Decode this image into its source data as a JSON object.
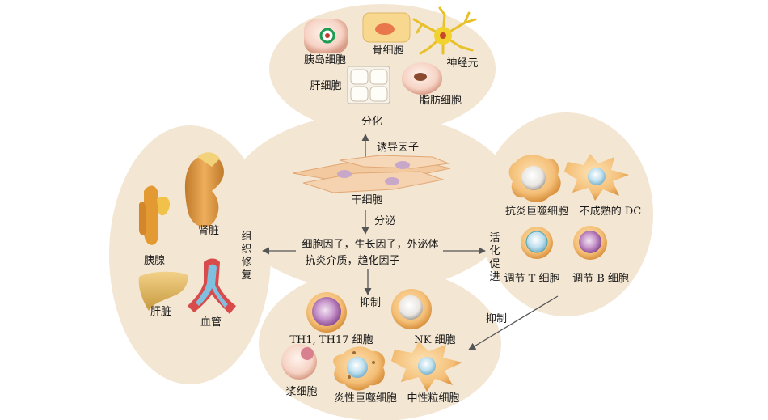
{
  "colors": {
    "blob": "#f3e6d3",
    "blob_edge": "#ecd9bf",
    "arrow": "#555555",
    "cell_orange": "#f4c483",
    "cell_orange_edge": "#e0a055",
    "purple": "#b47ab8",
    "blue_nucleus": "#a9d4e6",
    "stem": "#f3caa0"
  },
  "top": {
    "cells": {
      "islet": "胰岛细胞",
      "bone": "骨细胞",
      "neuron": "神经元",
      "hepatocyte": "肝细胞",
      "adipocyte": "脂肪细胞"
    },
    "differentiation": "分化",
    "induction": "诱导因子"
  },
  "center": {
    "stem_cell": "干细胞",
    "secretion": "分泌",
    "factors_line1": "细胞因子，生长因子，外泌体",
    "factors_line2": "抗炎介质，趋化因子"
  },
  "left": {
    "repair": [
      "组",
      "织",
      "修",
      "复"
    ],
    "organs": {
      "kidney": "肾脏",
      "pancreas": "胰腺",
      "liver": "肝脏",
      "vessel": "血管"
    }
  },
  "right": {
    "activate": [
      "活",
      "化",
      "促",
      "进"
    ],
    "cells": {
      "m2": "抗炎巨噬细胞",
      "imdc": "不成熟的 DC",
      "treg": "调节 T 细胞",
      "breg": "调节 B 细胞"
    },
    "inhibit": "抑制"
  },
  "bottom": {
    "inhibit": "抑制",
    "cells": {
      "th": "TH1, TH17 细胞",
      "nk": "NK 细胞",
      "plasma": "浆细胞",
      "m1": "炎性巨噬细胞",
      "neutrophil": "中性粒细胞"
    }
  }
}
